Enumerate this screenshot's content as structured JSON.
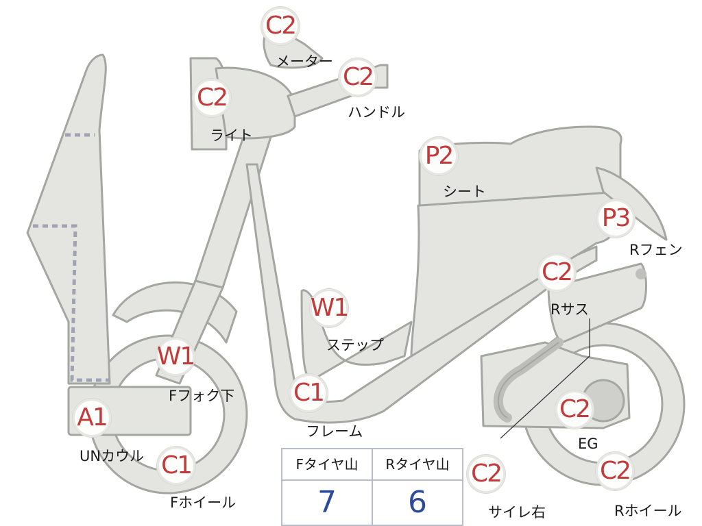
{
  "parts": [
    {
      "id": "meter",
      "grade": "C2",
      "name": "メーター"
    },
    {
      "id": "handle",
      "grade": "C2",
      "name": "ハンドル"
    },
    {
      "id": "light",
      "grade": "C2",
      "name": "ライト"
    },
    {
      "id": "seat",
      "grade": "P2",
      "name": "シート"
    },
    {
      "id": "r-fender",
      "grade": "P3",
      "name": "Rフェン"
    },
    {
      "id": "r-sus",
      "grade": "C2",
      "name": "Rサス"
    },
    {
      "id": "step",
      "grade": "W1",
      "name": "ステップ"
    },
    {
      "id": "f-fork",
      "grade": "W1",
      "name": "Fフォク下"
    },
    {
      "id": "frame",
      "grade": "C1",
      "name": "フレーム"
    },
    {
      "id": "under-cowl",
      "grade": "A1",
      "name": "UNカウル"
    },
    {
      "id": "f-wheel",
      "grade": "C1",
      "name": "Fホイール"
    },
    {
      "id": "engine",
      "grade": "C2",
      "name": "EG"
    },
    {
      "id": "silencer-right",
      "grade": "C2",
      "name": "サイレ右"
    },
    {
      "id": "r-wheel",
      "grade": "C2",
      "name": "Rホイール"
    }
  ],
  "tread": {
    "front_label": "Fタイヤ山",
    "rear_label": "Rタイヤ山",
    "front_value": "7",
    "rear_value": "6"
  },
  "colors": {
    "grade": "#c23a3a",
    "value": "#2b4a9a",
    "part": "#e4e5e1",
    "outline": "#a4a6a1",
    "dash": "#9fa3b2"
  }
}
